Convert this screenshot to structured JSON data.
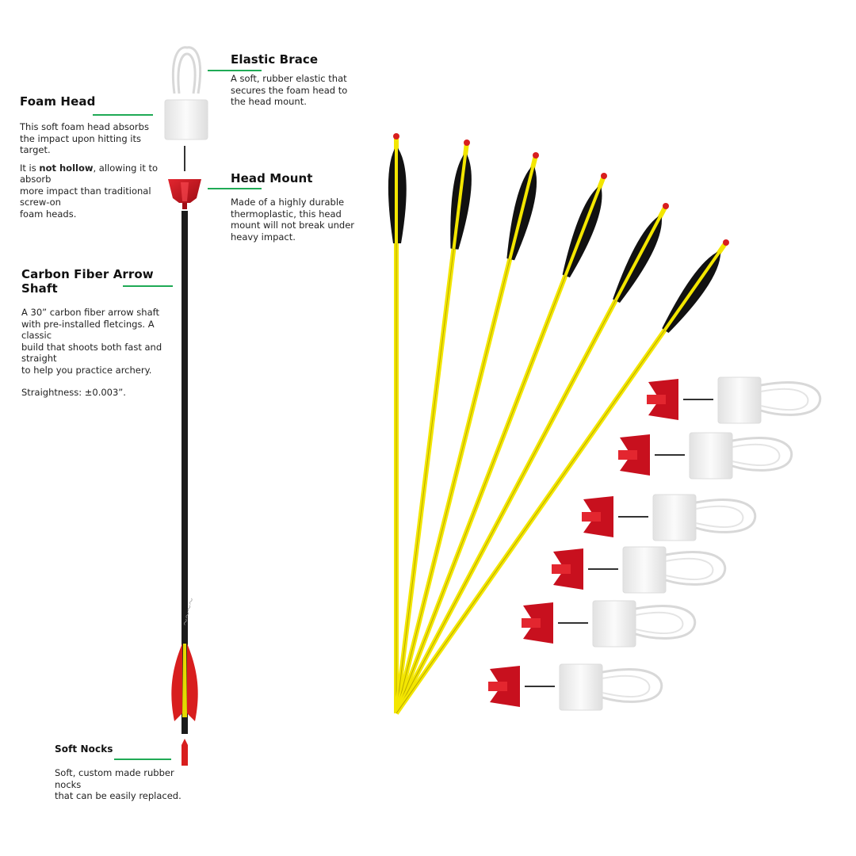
{
  "labels": {
    "elastic_brace": {
      "title": "Elastic Brace",
      "text": "A soft, rubber elastic that\nsecures the foam head to\nthe head mount."
    },
    "foam_head": {
      "title": "Foam Head",
      "text": "This soft foam head absorbs\nthe impact upon hitting its\ntarget.",
      "text2_pre": "It is ",
      "text2_bold": "not hollow",
      "text2_post": ", allowing it to\nabsorb\nmore impact than traditional\nscrew-on\nfoam heads."
    },
    "head_mount": {
      "title": "Head Mount",
      "text": "Made of a highly durable\nthermoplastic, this head\nmount will not break under\nheavy impact."
    },
    "shaft": {
      "title": "Carbon Fiber Arrow Shaft",
      "text": "A 30” carbon fiber arrow shaft\nwith pre-installed fletcings. A\nclassic\nbuild that shoots both fast and\nstraight\nto help you practice archery.",
      "text2": "Straightness: ±0.003”."
    },
    "nocks": {
      "title": "Soft Nocks",
      "text": "Soft, custom made rubber\nnocks\nthat can be easily replaced."
    }
  },
  "colors": {
    "accent_rule": "#1faa55",
    "shaft_yellow": "#f3e600",
    "fletch_black": "#111111",
    "mount_red": "#c8101e",
    "carbon_shaft": "#1b1b1b",
    "fletch_red": "#d81e1e"
  }
}
